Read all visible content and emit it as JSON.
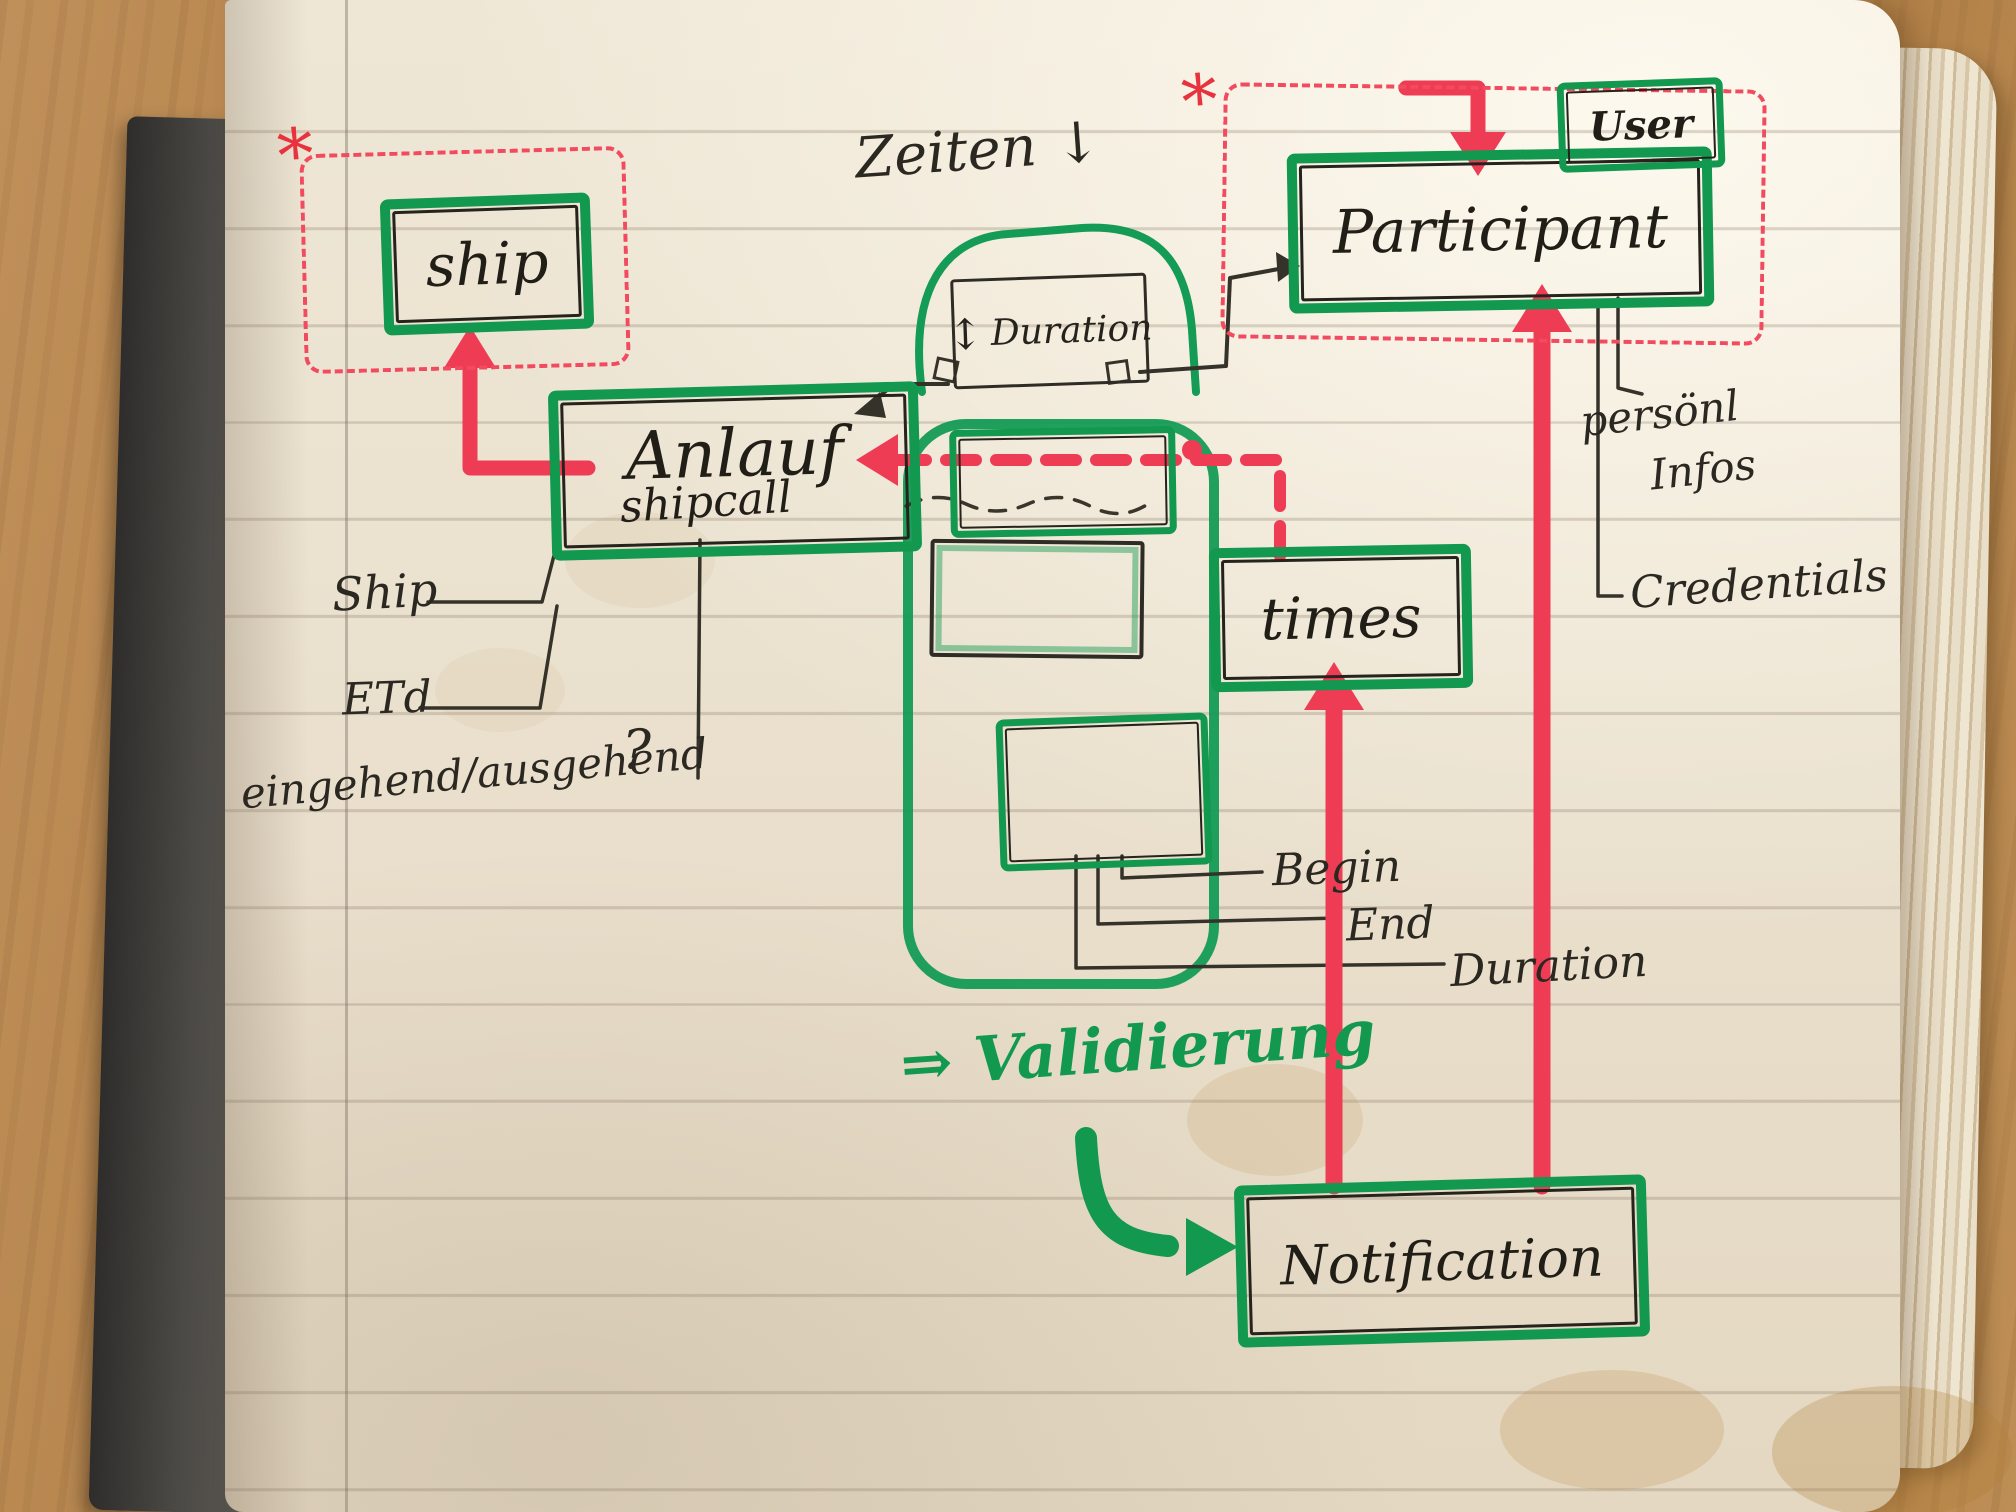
{
  "diagram": {
    "nodes": {
      "ship": {
        "label": "ship"
      },
      "anlauf": {
        "label": "Anlauf",
        "sublabel": "shipcall"
      },
      "participant": {
        "label": "Participant"
      },
      "user": {
        "label": "User"
      },
      "times": {
        "label": "times"
      },
      "notification": {
        "label": "Notification"
      },
      "duration": {
        "label": "Duration",
        "resize_icon": "↕"
      }
    },
    "attributes": {
      "ship": "Ship",
      "etd": "ETd",
      "in_out": "eingehend/ausgehend",
      "question_mark": "?",
      "personal_line1": "persönl",
      "personal_line2": "Infos",
      "credentials": "Credentials",
      "begin": "Begin",
      "end": "End",
      "duration": "Duration"
    },
    "annotations": {
      "zeiten": "Zeiten ↓",
      "validierung": "⇒ Validierung",
      "asterisk": "*"
    },
    "colors": {
      "marker_green": "#12984f",
      "marker_red": "#ee3c55",
      "ink": "#2b2822"
    }
  }
}
